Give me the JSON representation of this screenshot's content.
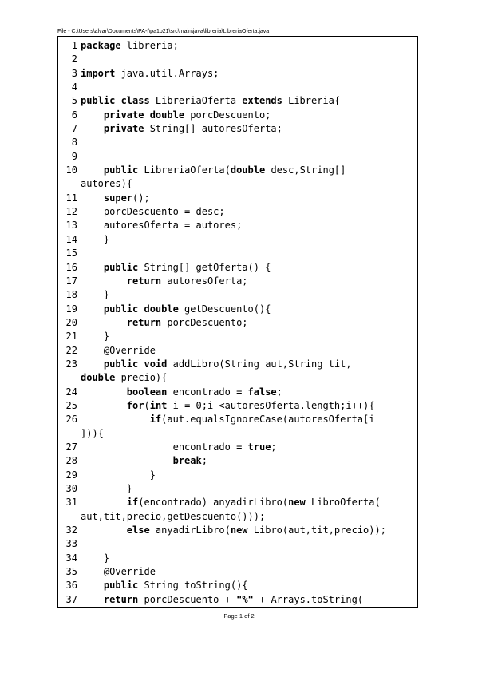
{
  "header": {
    "file_path": "File - C:\\Users\\alvar\\Documents\\PA-I\\pa1p21\\src\\main\\java\\libreria\\LibreriaOferta.java"
  },
  "code": {
    "rows": [
      {
        "num": "1",
        "tokens": [
          {
            "t": "package",
            "b": true
          },
          {
            "t": " libreria;",
            "b": false
          }
        ]
      },
      {
        "num": "2",
        "tokens": []
      },
      {
        "num": "3",
        "tokens": [
          {
            "t": "import",
            "b": true
          },
          {
            "t": " java.util.Arrays;",
            "b": false
          }
        ]
      },
      {
        "num": "4",
        "tokens": []
      },
      {
        "num": "5",
        "tokens": [
          {
            "t": "public class",
            "b": true
          },
          {
            "t": " LibreriaOferta ",
            "b": false
          },
          {
            "t": "extends",
            "b": true
          },
          {
            "t": " Libreria{",
            "b": false
          }
        ]
      },
      {
        "num": "6",
        "tokens": [
          {
            "t": "    ",
            "b": false
          },
          {
            "t": "private double",
            "b": true
          },
          {
            "t": " porcDescuento;",
            "b": false
          }
        ]
      },
      {
        "num": "7",
        "tokens": [
          {
            "t": "    ",
            "b": false
          },
          {
            "t": "private",
            "b": true
          },
          {
            "t": " String[] autoresOferta;",
            "b": false
          }
        ]
      },
      {
        "num": "8",
        "tokens": []
      },
      {
        "num": "9",
        "tokens": []
      },
      {
        "num": "10",
        "tokens": [
          {
            "t": "    ",
            "b": false
          },
          {
            "t": "public",
            "b": true
          },
          {
            "t": " LibreriaOferta(",
            "b": false
          },
          {
            "t": "double",
            "b": true
          },
          {
            "t": " desc,String[]",
            "b": false
          }
        ]
      },
      {
        "num": "",
        "tokens": [
          {
            "t": "autores){",
            "b": false
          }
        ]
      },
      {
        "num": "11",
        "tokens": [
          {
            "t": "    ",
            "b": false
          },
          {
            "t": "super",
            "b": true
          },
          {
            "t": "();",
            "b": false
          }
        ]
      },
      {
        "num": "12",
        "tokens": [
          {
            "t": "    porcDescuento = desc;",
            "b": false
          }
        ]
      },
      {
        "num": "13",
        "tokens": [
          {
            "t": "    autoresOferta = autores;",
            "b": false
          }
        ]
      },
      {
        "num": "14",
        "tokens": [
          {
            "t": "    }",
            "b": false
          }
        ]
      },
      {
        "num": "15",
        "tokens": []
      },
      {
        "num": "16",
        "tokens": [
          {
            "t": "    ",
            "b": false
          },
          {
            "t": "public",
            "b": true
          },
          {
            "t": " String[] getOferta() {",
            "b": false
          }
        ]
      },
      {
        "num": "17",
        "tokens": [
          {
            "t": "        ",
            "b": false
          },
          {
            "t": "return",
            "b": true
          },
          {
            "t": " autoresOferta;",
            "b": false
          }
        ]
      },
      {
        "num": "18",
        "tokens": [
          {
            "t": "    }",
            "b": false
          }
        ]
      },
      {
        "num": "19",
        "tokens": [
          {
            "t": "    ",
            "b": false
          },
          {
            "t": "public double",
            "b": true
          },
          {
            "t": " getDescuento(){",
            "b": false
          }
        ]
      },
      {
        "num": "20",
        "tokens": [
          {
            "t": "        ",
            "b": false
          },
          {
            "t": "return",
            "b": true
          },
          {
            "t": " porcDescuento;",
            "b": false
          }
        ]
      },
      {
        "num": "21",
        "tokens": [
          {
            "t": "    }",
            "b": false
          }
        ]
      },
      {
        "num": "22",
        "tokens": [
          {
            "t": "    @Override",
            "b": false
          }
        ]
      },
      {
        "num": "23",
        "tokens": [
          {
            "t": "    ",
            "b": false
          },
          {
            "t": "public void",
            "b": true
          },
          {
            "t": " addLibro(String aut,String tit,",
            "b": false
          }
        ]
      },
      {
        "num": "",
        "tokens": [
          {
            "t": "double",
            "b": true
          },
          {
            "t": " precio){",
            "b": false
          }
        ]
      },
      {
        "num": "24",
        "tokens": [
          {
            "t": "        ",
            "b": false
          },
          {
            "t": "boolean",
            "b": true
          },
          {
            "t": " encontrado = ",
            "b": false
          },
          {
            "t": "false",
            "b": true
          },
          {
            "t": ";",
            "b": false
          }
        ]
      },
      {
        "num": "25",
        "tokens": [
          {
            "t": "        ",
            "b": false
          },
          {
            "t": "for",
            "b": true
          },
          {
            "t": "(",
            "b": false
          },
          {
            "t": "int",
            "b": true
          },
          {
            "t": " i = 0;i <autoresOferta.length;i++){",
            "b": false
          }
        ]
      },
      {
        "num": "26",
        "tokens": [
          {
            "t": "            ",
            "b": false
          },
          {
            "t": "if",
            "b": true
          },
          {
            "t": "(aut.equalsIgnoreCase(autoresOferta[i",
            "b": false
          }
        ]
      },
      {
        "num": "",
        "tokens": [
          {
            "t": "])){",
            "b": false
          }
        ]
      },
      {
        "num": "27",
        "tokens": [
          {
            "t": "                encontrado = ",
            "b": false
          },
          {
            "t": "true",
            "b": true
          },
          {
            "t": ";",
            "b": false
          }
        ]
      },
      {
        "num": "28",
        "tokens": [
          {
            "t": "                ",
            "b": false
          },
          {
            "t": "break",
            "b": true
          },
          {
            "t": ";",
            "b": false
          }
        ]
      },
      {
        "num": "29",
        "tokens": [
          {
            "t": "            }",
            "b": false
          }
        ]
      },
      {
        "num": "30",
        "tokens": [
          {
            "t": "        }",
            "b": false
          }
        ]
      },
      {
        "num": "31",
        "tokens": [
          {
            "t": "        ",
            "b": false
          },
          {
            "t": "if",
            "b": true
          },
          {
            "t": "(encontrado) anyadirLibro(",
            "b": false
          },
          {
            "t": "new",
            "b": true
          },
          {
            "t": " LibroOferta(",
            "b": false
          }
        ]
      },
      {
        "num": "",
        "tokens": [
          {
            "t": "aut,tit,precio,getDescuento()));",
            "b": false
          }
        ]
      },
      {
        "num": "32",
        "tokens": [
          {
            "t": "        ",
            "b": false
          },
          {
            "t": "else",
            "b": true
          },
          {
            "t": " anyadirLibro(",
            "b": false
          },
          {
            "t": "new",
            "b": true
          },
          {
            "t": " Libro(aut,tit,precio));",
            "b": false
          }
        ]
      },
      {
        "num": "33",
        "tokens": []
      },
      {
        "num": "34",
        "tokens": [
          {
            "t": "    }",
            "b": false
          }
        ]
      },
      {
        "num": "35",
        "tokens": [
          {
            "t": "    @Override",
            "b": false
          }
        ]
      },
      {
        "num": "36",
        "tokens": [
          {
            "t": "    ",
            "b": false
          },
          {
            "t": "public",
            "b": true
          },
          {
            "t": " String toString(){",
            "b": false
          }
        ]
      },
      {
        "num": "37",
        "tokens": [
          {
            "t": "    ",
            "b": false
          },
          {
            "t": "return",
            "b": true
          },
          {
            "t": " porcDescuento + ",
            "b": false
          },
          {
            "t": "\"%\"",
            "b": true
          },
          {
            "t": " + Arrays.toString(",
            "b": false
          }
        ]
      }
    ]
  },
  "footer": {
    "page_label": "Page 1 of 2"
  }
}
